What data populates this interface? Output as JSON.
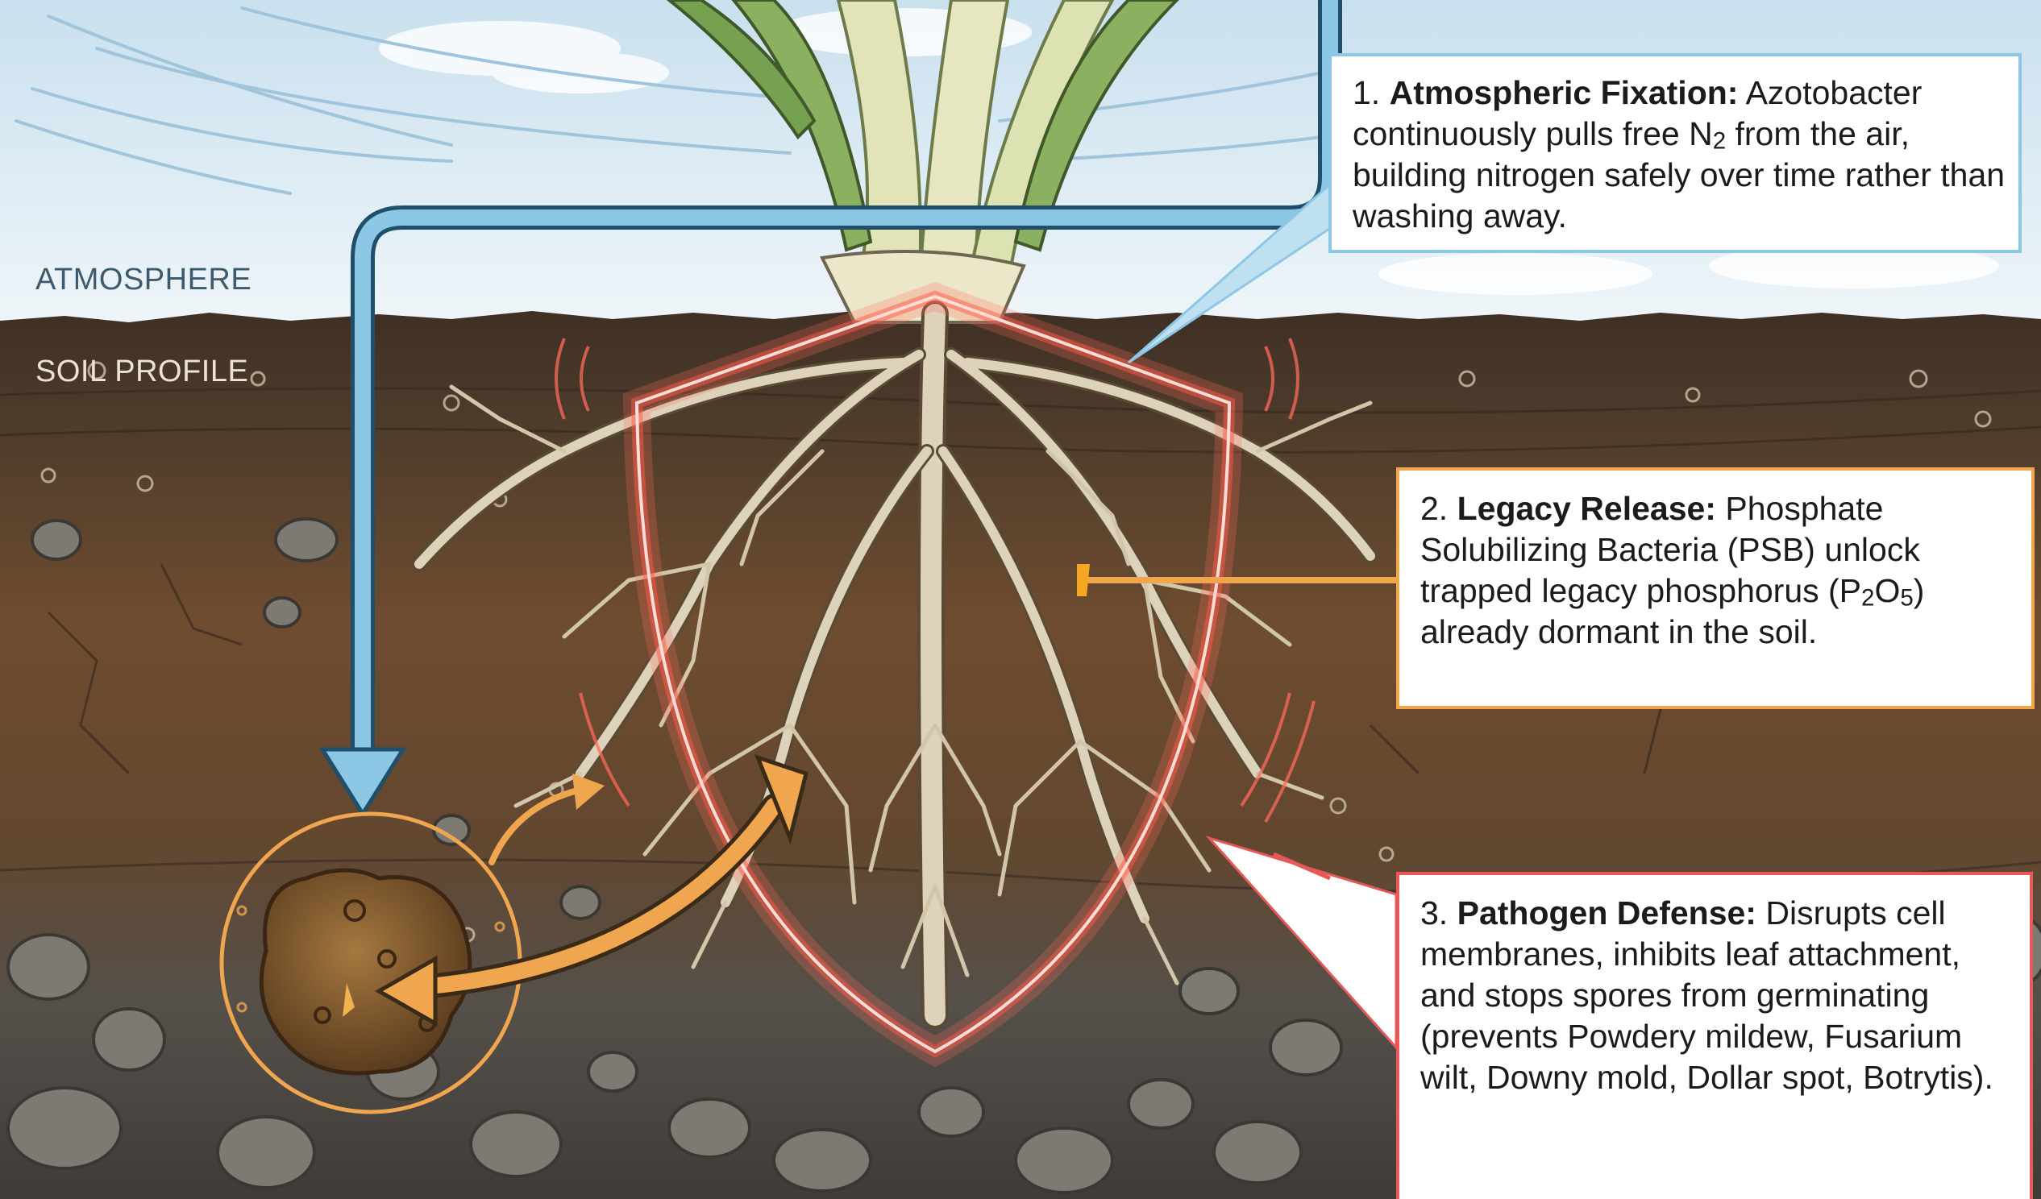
{
  "zones": {
    "atmosphere": "ATMOSPHERE",
    "soil_profile": "SOIL PROFILE"
  },
  "callouts": [
    {
      "number": "1.",
      "title": "Atmospheric Fixation:",
      "text_a": "Azotobacter continuously pulls free N",
      "sub_a": "2",
      "text_b": "from the air, building nitrogen safely over time rather than washing away."
    },
    {
      "number": "2.",
      "title": "Legacy Release:",
      "text_a": "Phosphate Solubilizing Bacteria (PSB) unlock trapped legacy phosphorus (P",
      "sub_a": "2",
      "text_b": "O",
      "sub_b": "5",
      "text_c": ") already dormant in the soil."
    },
    {
      "number": "3.",
      "title": "Pathogen Defense:",
      "text_a": "Disrupts cell membranes, inhibits leaf attachment, and stops spores from germinating (prevents Powdery mildew, Fusarium wilt, Downy mold, Dollar spot, Botrytis)."
    }
  ],
  "colors": {
    "sky": "#dcecf5",
    "soil_top": "#4a3a2c",
    "soil_mid": "#6b4a2e",
    "soil_deep": "#55504a",
    "nitrogen_arrow": "#8cc8e6",
    "phosphorus_accent": "#f0a64e",
    "defense_shield": "#e85858",
    "root": "#ddd3bb"
  },
  "icons": [
    "plant-stem-icon",
    "root-system-icon",
    "shield-glow-icon",
    "soil-aggregate-icon",
    "nitrogen-flow-arrow-icon",
    "exchange-arrow-icon"
  ]
}
